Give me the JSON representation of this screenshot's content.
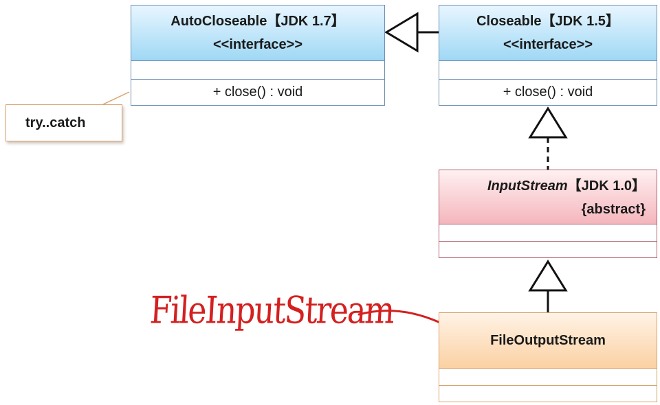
{
  "classes": {
    "autocloseable": {
      "name": "AutoCloseable",
      "version": "【JDK 1.7】",
      "stereotype": "<<interface>>",
      "operation": "+ close() : void"
    },
    "closeable": {
      "name": "Closeable",
      "version": "【JDK 1.5】",
      "stereotype": "<<interface>>",
      "operation": "+ close() : void"
    },
    "inputstream": {
      "name": "InputStream",
      "version": "【JDK 1.0】",
      "modifier": "{abstract}"
    },
    "fileoutputstream": {
      "name": "FileOutputStream"
    }
  },
  "note": {
    "text": "try..catch"
  },
  "handwritten": {
    "text": "FileInputStream",
    "color": "#d42020"
  },
  "colors": {
    "interface_fill": "#9fd8f5",
    "abstract_fill": "#f4b6bd",
    "concrete_fill": "#fbd1a3",
    "border": "#6b8fb3"
  }
}
